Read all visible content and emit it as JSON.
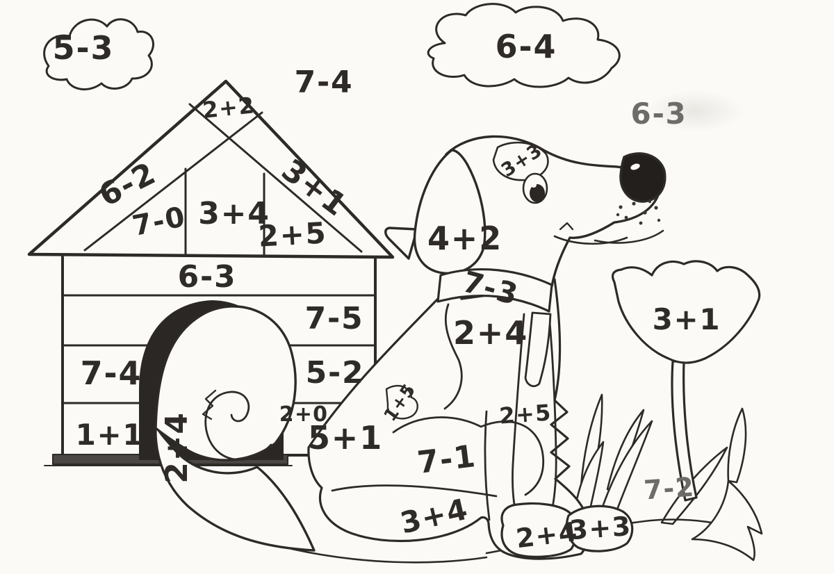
{
  "worksheet": {
    "type": "math coloring page",
    "ink_color": "#2e2a26",
    "paper_color": "#fbfaf7",
    "clouds": {
      "left": "5-3",
      "right": "6-4"
    },
    "sky": {
      "left": "7-4",
      "right": "6-3"
    },
    "house": {
      "roof": {
        "peak": "2+2",
        "left_band": "6-2",
        "right_band": "3+1"
      },
      "gable": {
        "left": "7-0",
        "middle": "3+4",
        "right": "2+5"
      },
      "walls": {
        "row1": "6-3",
        "row2": "7-5",
        "row3_left": "7-4",
        "row3_right": "5-2",
        "row4_left": "1+1",
        "door_top": "2+0"
      }
    },
    "dog": {
      "head_spot": "3+3",
      "ear": "4+2",
      "collar": "7-3",
      "chest": "2+4",
      "front_leg": "2+5",
      "body": "5+1",
      "body_spot": "1+5",
      "tail": "2+4",
      "haunch": "7-1",
      "hind_leg": "3+4",
      "front_paw": "2+4",
      "back_paw": "3+3"
    },
    "flower": {
      "tulip": "3+1"
    },
    "grass": {
      "patch": "7-2"
    }
  }
}
